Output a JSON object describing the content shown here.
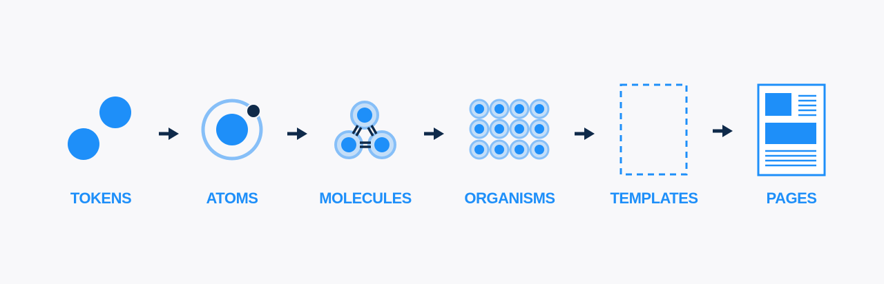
{
  "colors": {
    "background": "#f8f8fa",
    "primary_blue": "#1e8ff9",
    "light_blue": "#86bff8",
    "navy": "#0f2a4a"
  },
  "stages": [
    {
      "label": "TOKENS",
      "icon": "tokens-icon"
    },
    {
      "label": "ATOMS",
      "icon": "atom-icon"
    },
    {
      "label": "MOLECULES",
      "icon": "molecule-icon"
    },
    {
      "label": "ORGANISMS",
      "icon": "organism-grid-icon"
    },
    {
      "label": "TEMPLATES",
      "icon": "dashed-template-icon"
    },
    {
      "label": "PAGES",
      "icon": "page-document-icon"
    }
  ]
}
